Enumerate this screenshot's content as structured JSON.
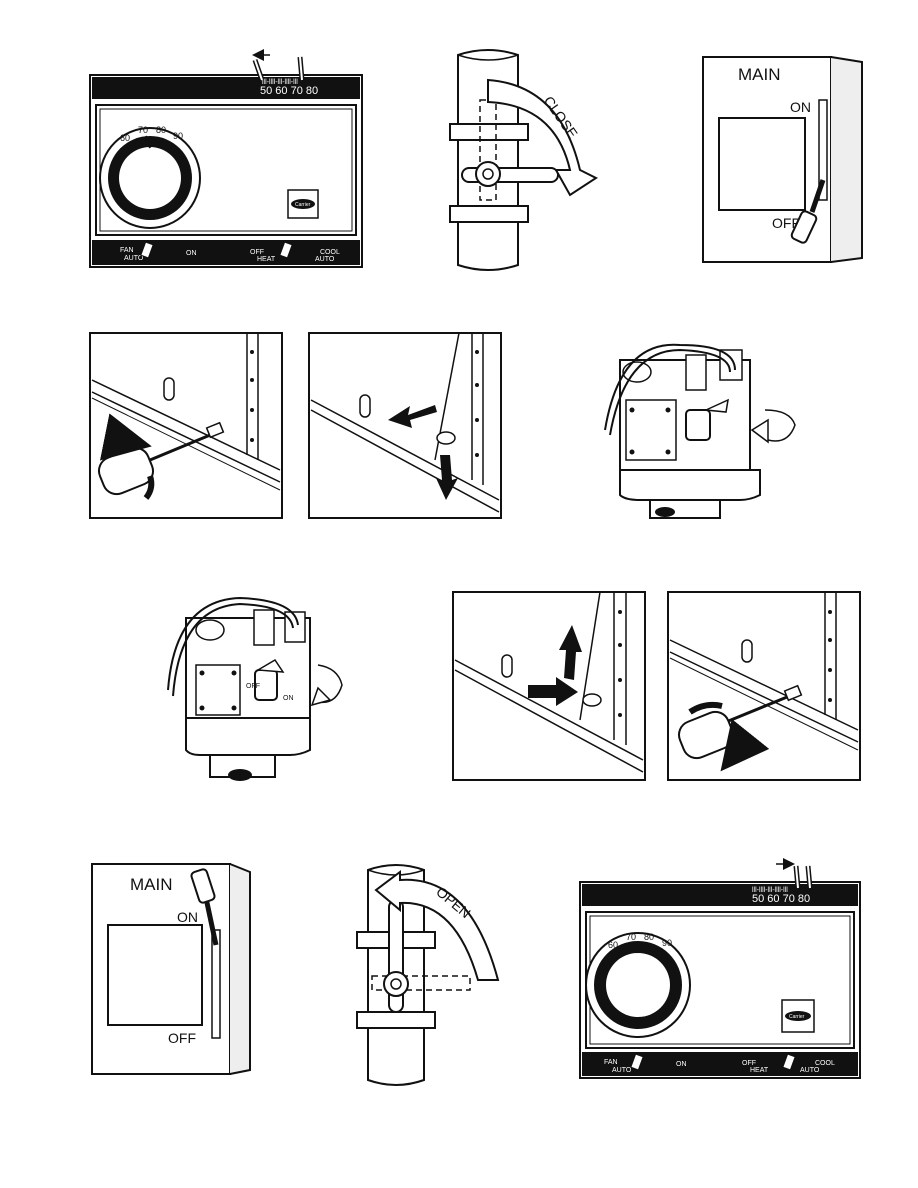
{
  "thermostat": {
    "scale_numbers": "50 60 70 80",
    "dial_marks": [
      "60",
      "70",
      "80",
      "90"
    ],
    "brand": "Carrier",
    "fan_label": "FAN",
    "auto_label": "AUTO",
    "on_label": "ON",
    "off_label": "OFF",
    "heat_label": "HEAT",
    "cool_label": "COOL"
  },
  "valve": {
    "close_label": "CLOSE",
    "open_label": "OPEN"
  },
  "switch_box": {
    "main_label": "MAIN",
    "on_label": "ON",
    "off_label": "OFF"
  },
  "gas_valve": {
    "off_label": "OFF",
    "on_label": "ON"
  },
  "colors": {
    "ink": "#111111",
    "paper": "#ffffff",
    "shade": "#d9d9d9"
  }
}
